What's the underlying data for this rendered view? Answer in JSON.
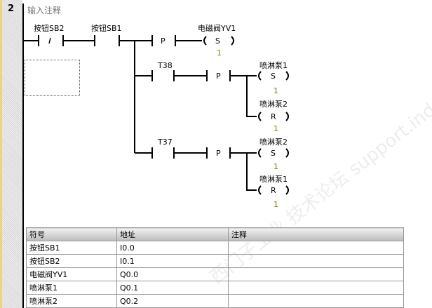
{
  "network": {
    "number": "2",
    "comment": "输入注释"
  },
  "rung1": {
    "contact1": "按钮SB2",
    "contact1_type": "/",
    "contact2": "按钮SB1",
    "edge": "P",
    "coil_label": "电磁阀YV1",
    "coil_op": "S",
    "coil_n": "1"
  },
  "rung2": {
    "timer": "T38",
    "edge": "P",
    "coil1_label": "喷淋泵1",
    "coil1_op": "S",
    "coil1_n": "1",
    "coil2_label": "喷淋泵2",
    "coil2_op": "R",
    "coil2_n": "1"
  },
  "rung3": {
    "timer": "T37",
    "edge": "P",
    "coil1_label": "喷淋泵2",
    "coil1_op": "S",
    "coil1_n": "1",
    "coil2_label": "喷淋泵1",
    "coil2_op": "R",
    "coil2_n": "1"
  },
  "watermark": "西门子工业 技术论坛 support.industry.siemens.com/cs",
  "symbol_table": {
    "headers": [
      "符号",
      "地址",
      "注释"
    ],
    "rows": [
      [
        "按钮SB1",
        "I0.0",
        ""
      ],
      [
        "按钮SB2",
        "I0.1",
        ""
      ],
      [
        "电磁阀YV1",
        "Q0.0",
        ""
      ],
      [
        "喷淋泵1",
        "Q0.1",
        ""
      ],
      [
        "喷淋泵2",
        "Q0.2",
        ""
      ]
    ]
  }
}
